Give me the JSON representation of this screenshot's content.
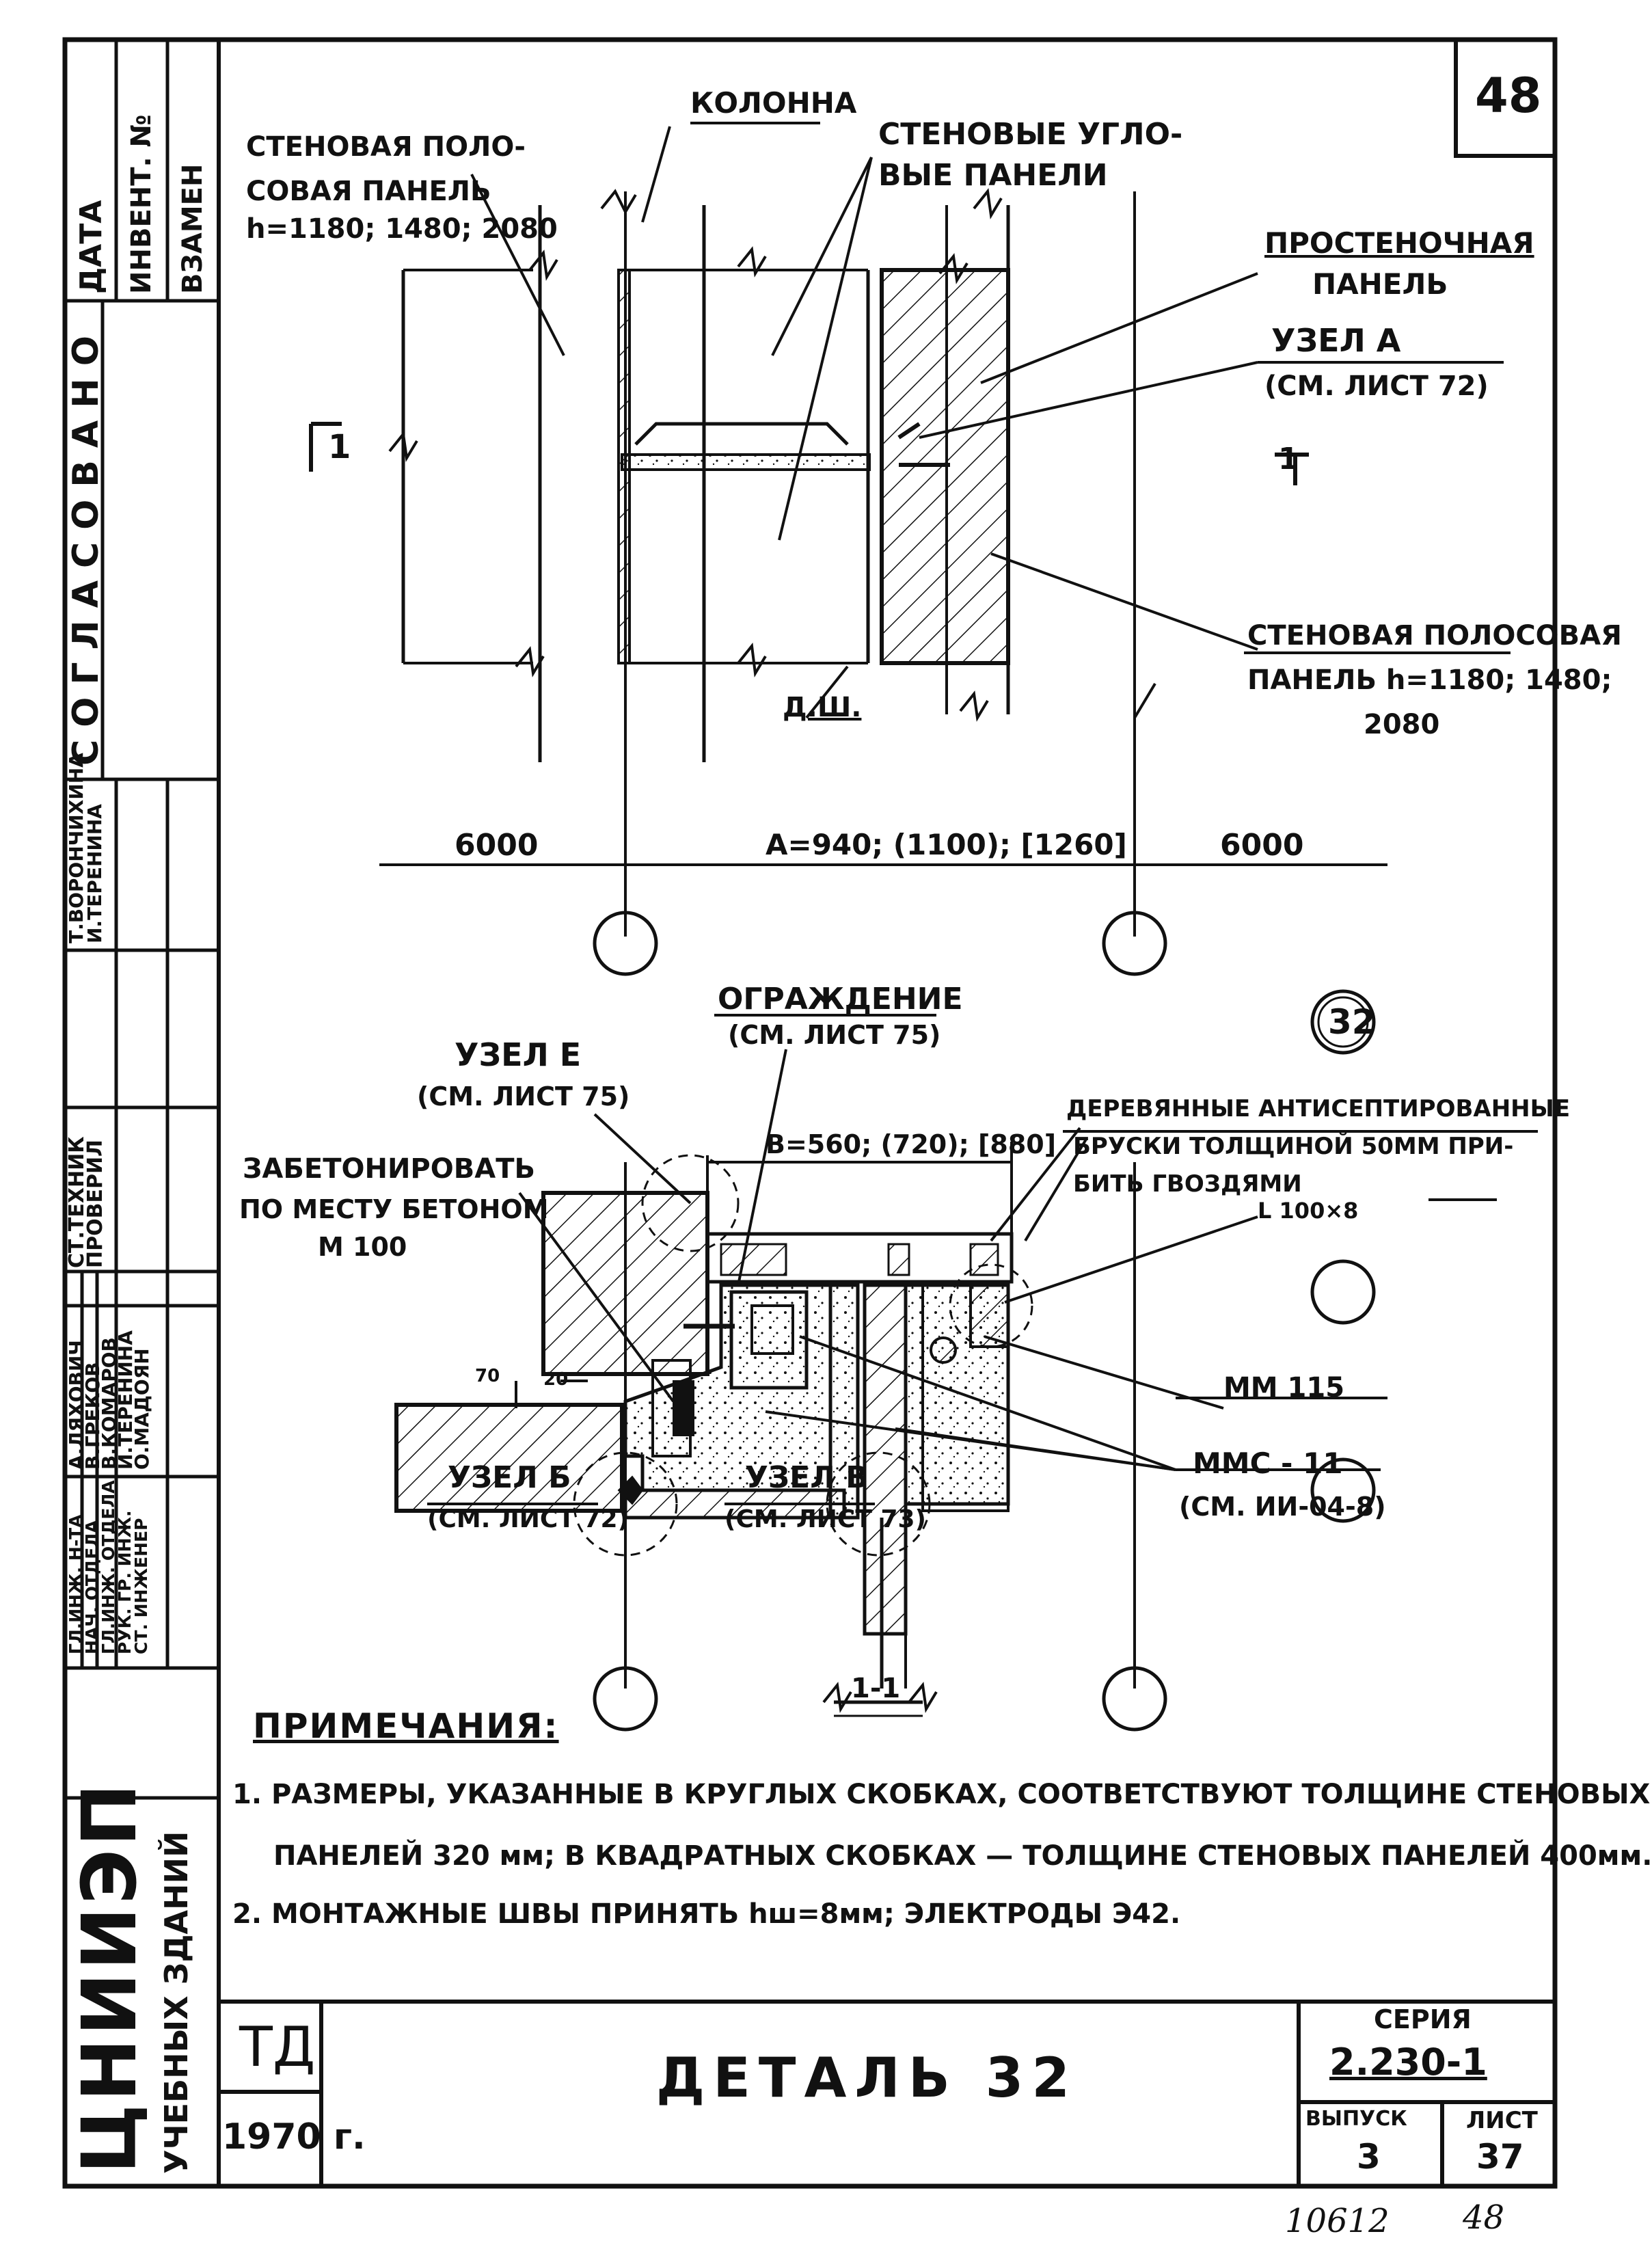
{
  "sheet_number": "48",
  "footer_handwritten": {
    "left": "10612",
    "right": "48"
  },
  "side_stamp": {
    "col1": "ДАТА",
    "col2": "ИНВЕНТ. №",
    "col3": "ВЗАМЕН",
    "agreed": "СОГЛАСОВАНО"
  },
  "signatures_block": {
    "roles": [
      "ГЛ.ИНЖ. Н-ТА",
      "НАЧ. ОТДЕЛА",
      "ГЛ.ИНЖ. ОТДЕЛА",
      "РУК. ГР. ИНЖ.",
      "СТ. ИНЖЕНЕР"
    ],
    "names": [
      "А.ЛЯХОВИЧ",
      "В.ГРЕКОВ",
      "В.КОМАРОВ",
      "И.ТЕРЕНИНА",
      "О.МАДОЯН"
    ],
    "tech_roles": [
      "СТ.ТЕХНИК",
      "ПРОВЕРИЛ"
    ],
    "tech_names": [
      "Т.ВОРОНЧИХИНА",
      "И.ТЕРЕНИНА"
    ]
  },
  "organization": {
    "name": "ЦНИИЭП",
    "subtitle": "УЧЕБНЫХ ЗДАНИЙ"
  },
  "plan_labels": {
    "kolonna": "КОЛОННА",
    "wall_strip_panel_1": "СТЕНОВАЯ ПОЛО-",
    "wall_strip_panel_2": "СОВАЯ ПАНЕЛЬ",
    "wall_strip_panel_3": "h=1180; 1480; 2080",
    "corner_panels_1": "СТЕНОВЫЕ УГЛО-",
    "corner_panels_2": "ВЫЕ ПАНЕЛИ",
    "pier_panel_1": "ПРОСТЕНОЧНАЯ",
    "pier_panel_2": "ПАНЕЛЬ",
    "node_a_1": "УЗЕЛ  А",
    "node_a_2": "(СМ. ЛИСТ 72)",
    "wall_strip_right_1": "СТЕНОВАЯ ПОЛОСОВАЯ",
    "wall_strip_right_2": "ПАНЕЛЬ h=1180; 1480;",
    "wall_strip_right_3": "2080",
    "dsh": "Д.Ш.",
    "section_mark": "1",
    "dim_left": "6000",
    "dim_mid": "A=940; (1100); [1260]",
    "dim_right": "6000"
  },
  "detail_labels": {
    "detail_number": "32",
    "fence_1": "ОГРАЖДЕНИЕ",
    "fence_2": "(СМ. ЛИСТ 75)",
    "node_e_1": "УЗЕЛ Е",
    "node_e_2": "(СМ. ЛИСТ 75)",
    "concrete_1": "ЗАБЕТОНИРОВАТЬ",
    "concrete_2": "ПО МЕСТУ БЕТОНОМ",
    "concrete_3": "М 100",
    "dim_b": "B=560; (720); [880]",
    "wood_1": "ДЕРЕВЯННЫЕ АНТИСЕПТИРОВАННЫЕ",
    "wood_2": "БРУСКИ ТОЛЩИНОЙ 50ММ ПРИ-",
    "wood_3": "БИТЬ ГВОЗДЯМИ",
    "angle": "L 100×8",
    "mm115": "ММ 115",
    "mms11_1": "ММС - 11",
    "mms11_2": "(СМ. ИИ-04-8)",
    "dim_70": "70",
    "dim_20": "20",
    "node_b_1": "УЗЕЛ Б",
    "node_b_2": "(СМ. ЛИСТ 72)",
    "node_v_1": "УЗЕЛ В",
    "node_v_2": "(СМ. ЛИСТ 73)",
    "section_label": "1-1"
  },
  "notes": {
    "title": "ПРИМЕЧАНИЯ:",
    "line1": "1. РАЗМЕРЫ, УКАЗАННЫЕ  В КРУГЛЫХ СКОБКАХ, СООТВЕТСТВУЮТ ТОЛЩИНЕ СТЕНОВЫХ",
    "line2": "ПАНЕЛЕЙ  320 мм; В КВАДРАТНЫХ СКОБКАХ — ТОЛЩИНЕ СТЕНОВЫХ  ПАНЕЛЕЙ 400мм.",
    "line3": "2. МОНТАЖНЫЕ  ШВЫ  ПРИНЯТЬ  hш=8мм;  ЭЛЕКТРОДЫ  Э42."
  },
  "title_block": {
    "td": "ТД",
    "year": "1970 г.",
    "title": "ДЕТАЛЬ  32",
    "series_label": "СЕРИЯ",
    "series_value": "2.230-1",
    "issue_label": "ВЫПУСК",
    "issue_value": "3",
    "sheet_label": "ЛИСТ",
    "sheet_value": "37"
  }
}
